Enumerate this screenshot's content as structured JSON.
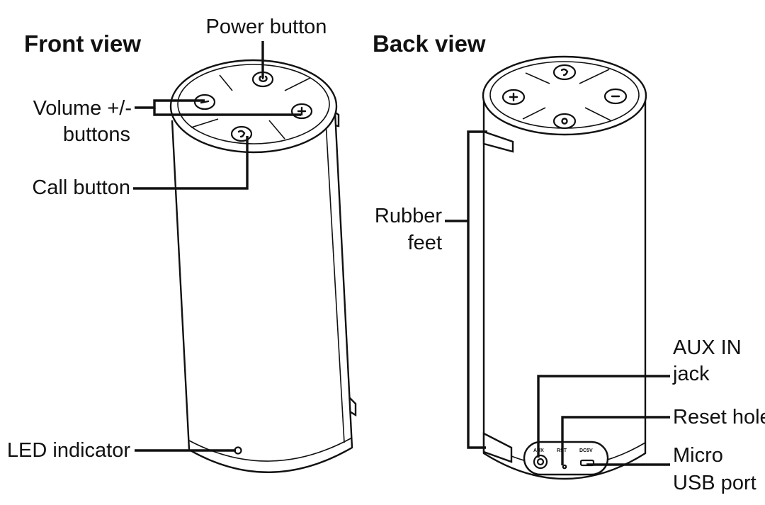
{
  "front": {
    "title": "Front view",
    "labels": {
      "power": "Power button",
      "volume_line1": "Volume +/-",
      "volume_line2": "buttons",
      "call": "Call button",
      "led": "LED indicator"
    }
  },
  "back": {
    "title": "Back view",
    "labels": {
      "feet_line1": "Rubber",
      "feet_line2": "feet",
      "aux_line1": "AUX IN",
      "aux_line2": "jack",
      "reset": "Reset hole",
      "usb_line1": "Micro",
      "usb_line2": "USB port"
    },
    "port_labels": {
      "aux": "AUX",
      "rst": "RST",
      "dc": "DC5V"
    }
  }
}
